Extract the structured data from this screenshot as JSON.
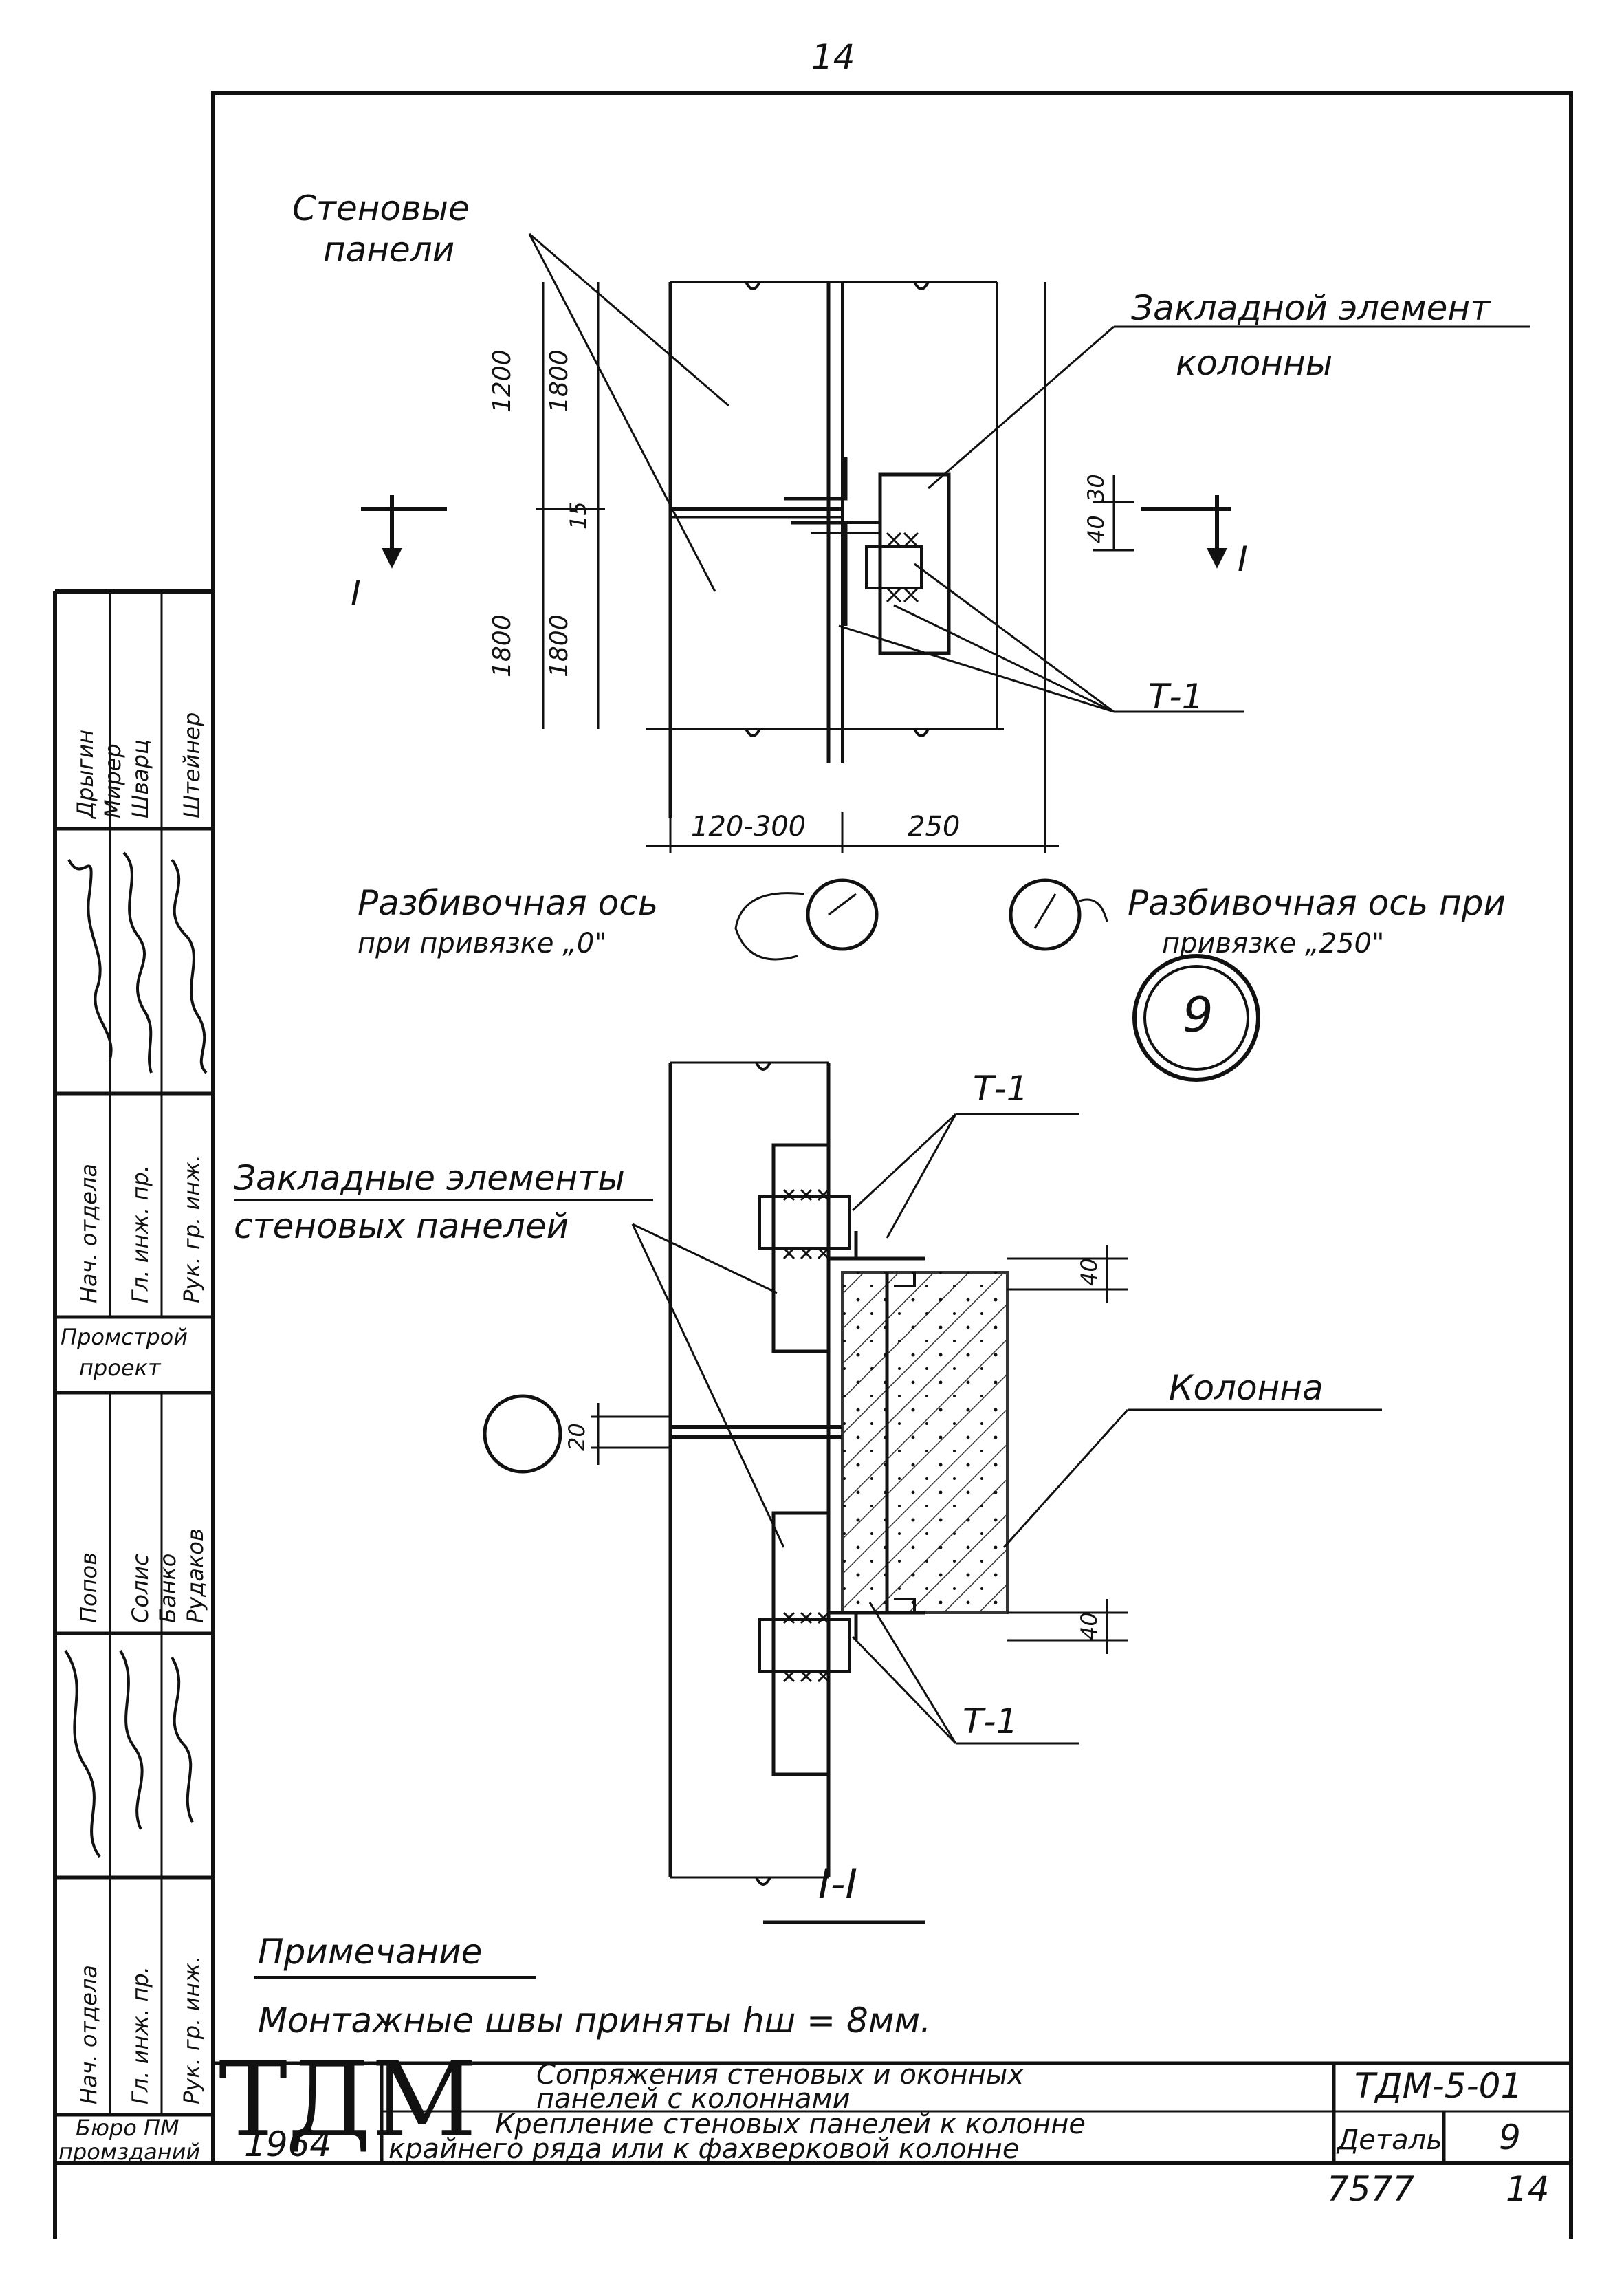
{
  "page_number_top": "14",
  "labels": {
    "wall_panels": [
      "Стеновые",
      "панели"
    ],
    "column_embed": [
      "Закладной элемент",
      "колонны"
    ],
    "panel_embeds": [
      "Закладные элементы",
      "стеновых панелей"
    ],
    "column": "Колонна",
    "t1": "Т-1",
    "axis_0": [
      "Разбивочная ось",
      "при привязке „0\""
    ],
    "axis_250": [
      "Разбивочная ось при",
      "привязке „250\""
    ],
    "section_mark": "I",
    "section_title": "I-I",
    "detail_circle": "9"
  },
  "dimensions": {
    "d1200_top": "1200",
    "d1800_top": "1800",
    "d1800_a": "1800",
    "d1800_b": "1800",
    "d15": "15",
    "d30": "30",
    "d40": "40",
    "d120_300": "120-300",
    "d250": "250",
    "d40_sec_top": "40",
    "d20": "20",
    "d40_sec_bot": "40"
  },
  "note": {
    "title": "Примечание",
    "text": "Монтажные швы приняты hш = 8мм."
  },
  "title_block": {
    "logo": "ТДМ",
    "year": "1964",
    "title_top": [
      "Сопряжения стеновых и оконных",
      "панелей с колоннами"
    ],
    "title_bottom": [
      "Крепление стеновых панелей к колонне",
      "крайнего ряда или к фахверковой колонне"
    ],
    "code": "ТДМ-5-01",
    "detail_label": "Деталь",
    "detail_value": "9",
    "sheet_no": "7577",
    "page_no": "14"
  },
  "stamp": {
    "org_top": [
      "Промстрой",
      "проект"
    ],
    "org_bottom": [
      "Бюро ПМ",
      "промзданий"
    ],
    "roles_upper": [
      "Нач. отдела",
      "Гл. инж. пр.",
      "Рук. гр. инж."
    ],
    "names_upper": [
      "Дрыгин",
      "Мирер",
      "Шварц",
      "Штейнер"
    ],
    "roles_lower": [
      "Нач. отдела",
      "Гл. инж. пр.",
      "Рук. гр. инж."
    ],
    "names_lower": [
      "Попов",
      "Солис",
      "Банко",
      "Рудаков"
    ]
  }
}
